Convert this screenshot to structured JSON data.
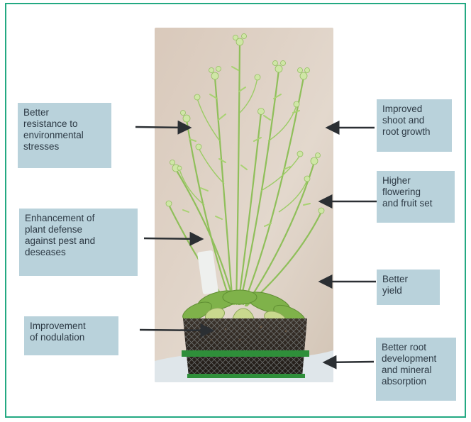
{
  "colors": {
    "frame": "#23a982",
    "label_bg": "#b9d2db",
    "label_text": "#2d3a45",
    "arrow": "#2b2f33"
  },
  "labels": {
    "resistance": "Better\nresistance to\nenvironmental\nstresses",
    "defense": "Enhancement of\nplant defense\nagainst pest and\ndeseases",
    "nodulation": "Improvement\nof nodulation",
    "shoot_root": "Improved\nshoot and\nroot growth",
    "flowering": "Higher\nflowering\nand fruit set",
    "yield": "Better\nyield",
    "root_dev": "Better root\ndevelopment\nand mineral\nabsorption"
  }
}
